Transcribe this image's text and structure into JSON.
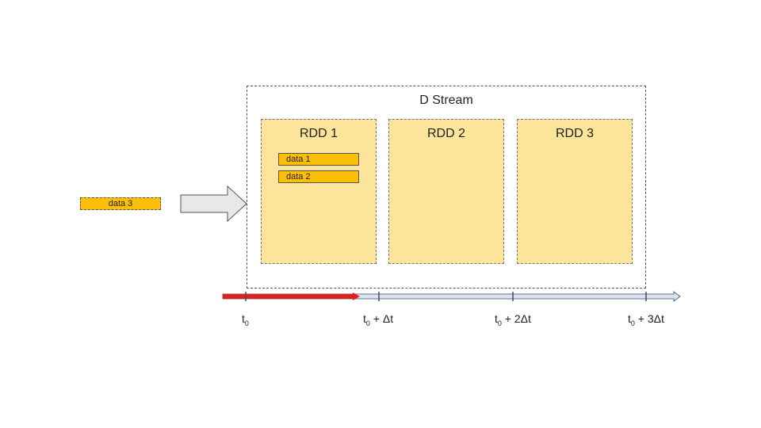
{
  "dstream": {
    "title": "D Stream"
  },
  "rdds": [
    {
      "label": "RDD 1"
    },
    {
      "label": "RDD 2"
    },
    {
      "label": "RDD 3"
    }
  ],
  "rdd1_items": [
    "data 1",
    "data 2"
  ],
  "incoming_item": "data 3",
  "timeline": {
    "ticks": [
      {
        "base": "t",
        "sub": "0",
        "suffix": ""
      },
      {
        "base": "t",
        "sub": "0",
        "suffix": " + Δt"
      },
      {
        "base": "t",
        "sub": "0",
        "suffix": " + 2Δt"
      },
      {
        "base": "t",
        "sub": "0",
        "suffix": " + 3Δt"
      }
    ]
  },
  "colors": {
    "rdd_fill": "#fde49b",
    "data_chip": "#fbbf09",
    "progress_arrow": "#e0201b",
    "timeline": "#dde3ee",
    "tick": "#3c4f6a",
    "input_arrow": "#e8e8e8"
  }
}
